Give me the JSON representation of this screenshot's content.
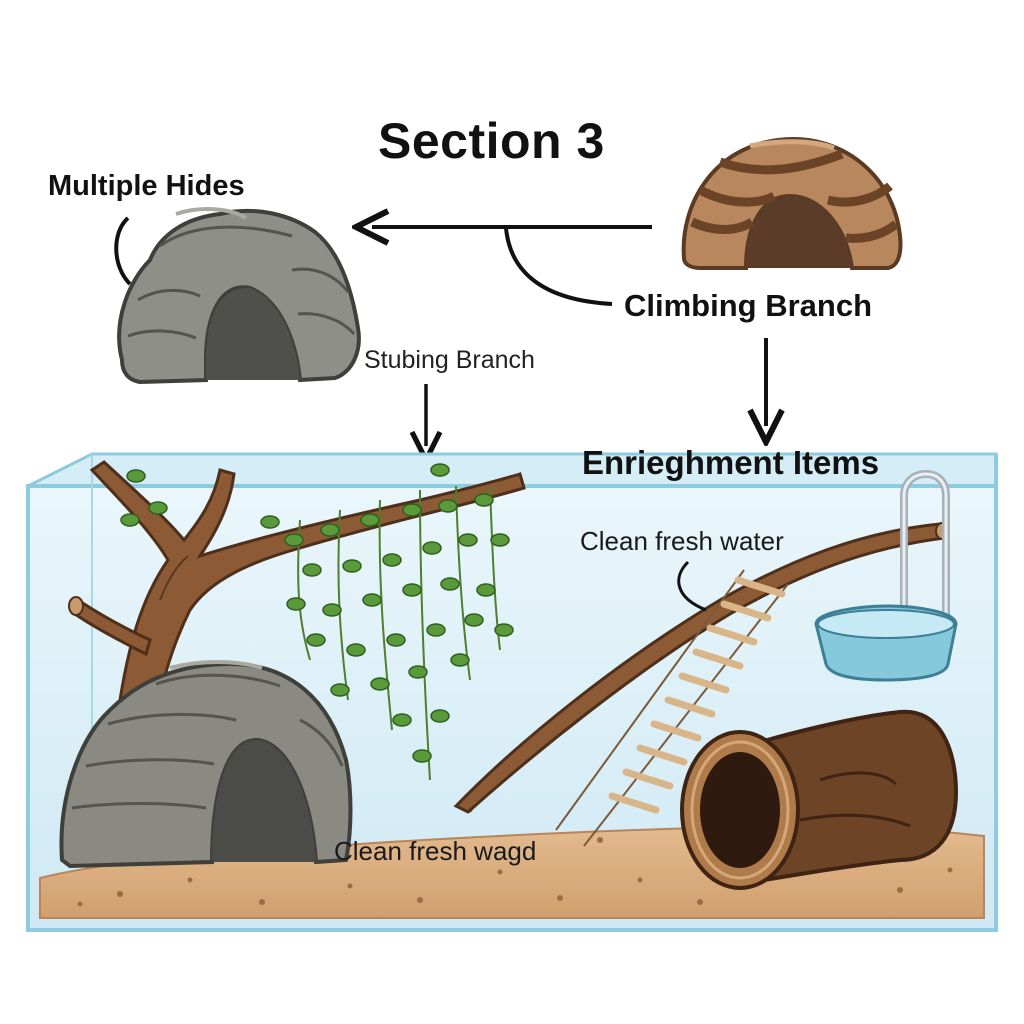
{
  "title": "Section 3",
  "labels": {
    "multiple_hides": "Multiple Hides",
    "climbing_branch": "Climbing Branch",
    "stubing_branch": "Stubing Branch",
    "enrichment_items": "Enrieghment Items",
    "clean_fresh_water": "Clean fresh water",
    "clean_fresh_wagd": "Clean fresh wagd"
  },
  "colors": {
    "glass": "#8ccbe0",
    "water_bg": "#dff1f8",
    "sand": "#dcb084",
    "rock": "#8d8d86",
    "wood": "#9b6a45",
    "leaf": "#5a9a3a",
    "bowl": "#86c8dc"
  }
}
